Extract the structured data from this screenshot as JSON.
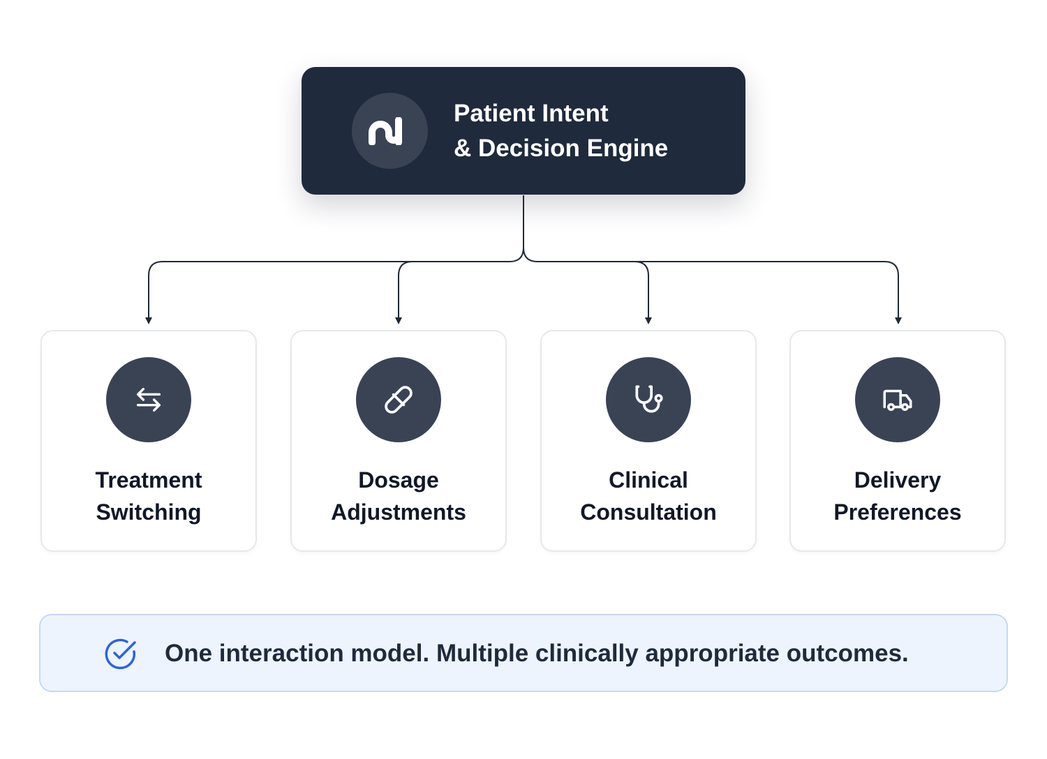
{
  "engine": {
    "title_line1": "Patient Intent",
    "title_line2": "& Decision Engine",
    "logo_icon": "brand-logo-icon"
  },
  "cards": [
    {
      "line1": "Treatment",
      "line2": "Switching",
      "icon": "swap-arrows-icon"
    },
    {
      "line1": "Dosage",
      "line2": "Adjustments",
      "icon": "pill-icon"
    },
    {
      "line1": "Clinical",
      "line2": "Consultation",
      "icon": "stethoscope-icon"
    },
    {
      "line1": "Delivery",
      "line2": "Preferences",
      "icon": "delivery-truck-icon"
    }
  ],
  "banner": {
    "text": "One interaction model. Multiple clinically appropriate outcomes.",
    "icon": "check-circle-icon"
  },
  "colors": {
    "engine_bg": "#1f2a3c",
    "icon_circle": "#3a4354",
    "banner_bg": "#eef4fe",
    "banner_border": "#c4d8f8",
    "accent_blue": "#2563eb"
  }
}
